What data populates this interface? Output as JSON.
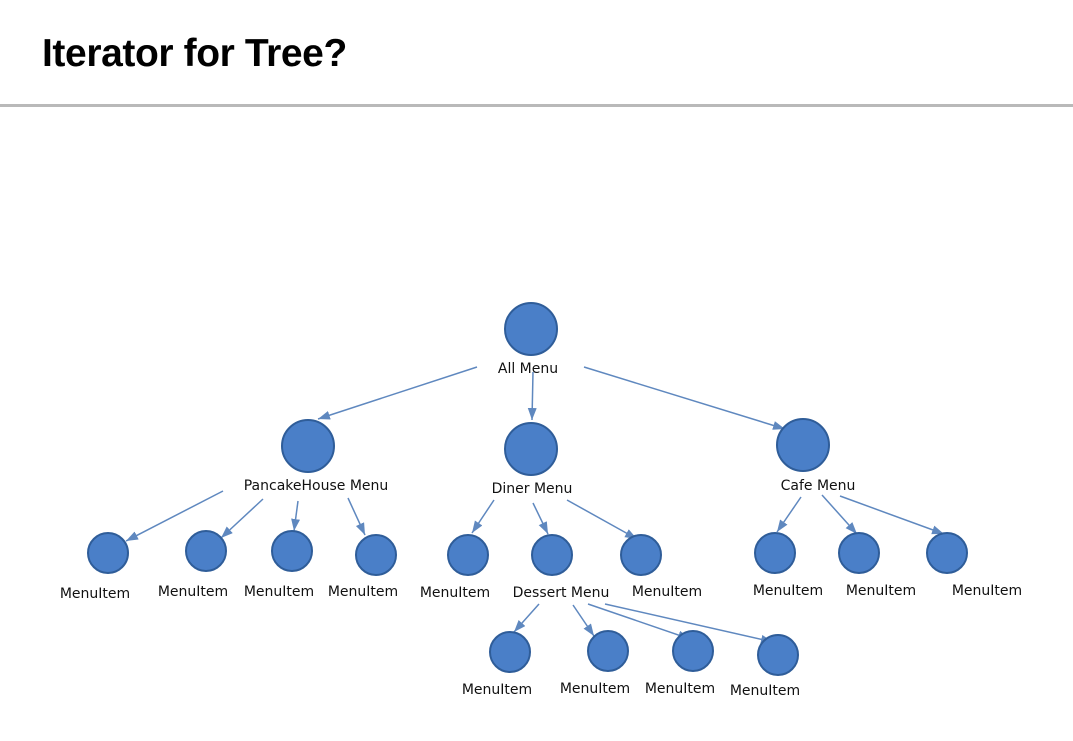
{
  "title": "Iterator for Tree?",
  "colors": {
    "node_fill": "#4a7fc8",
    "node_stroke": "#2f5d99",
    "edge": "#5f88bf",
    "rule": "#b9b9b9"
  },
  "diagram": {
    "nodes": [
      {
        "id": "all",
        "label": "All Menu"
      },
      {
        "id": "pancake",
        "label": "PancakeHouse Menu"
      },
      {
        "id": "diner",
        "label": "Diner Menu"
      },
      {
        "id": "cafe",
        "label": "Cafe Menu"
      },
      {
        "id": "p1",
        "label": "MenuItem"
      },
      {
        "id": "p2",
        "label": "MenuItem"
      },
      {
        "id": "p3",
        "label": "MenuItem"
      },
      {
        "id": "p4",
        "label": "MenuItem"
      },
      {
        "id": "d1",
        "label": "MenuItem"
      },
      {
        "id": "dessert",
        "label": "Dessert Menu"
      },
      {
        "id": "d3",
        "label": "MenuItem"
      },
      {
        "id": "c1",
        "label": "MenuItem"
      },
      {
        "id": "c2",
        "label": "MenuItem"
      },
      {
        "id": "c3",
        "label": "MenuItem"
      },
      {
        "id": "s1",
        "label": "MenuItem"
      },
      {
        "id": "s2",
        "label": "MenuItem"
      },
      {
        "id": "s3",
        "label": "MenuItem"
      },
      {
        "id": "s4",
        "label": "MenuItem"
      }
    ],
    "edges": [
      {
        "from": "all",
        "to": "pancake"
      },
      {
        "from": "all",
        "to": "diner"
      },
      {
        "from": "all",
        "to": "cafe"
      },
      {
        "from": "pancake",
        "to": "p1"
      },
      {
        "from": "pancake",
        "to": "p2"
      },
      {
        "from": "pancake",
        "to": "p3"
      },
      {
        "from": "pancake",
        "to": "p4"
      },
      {
        "from": "diner",
        "to": "d1"
      },
      {
        "from": "diner",
        "to": "dessert"
      },
      {
        "from": "diner",
        "to": "d3"
      },
      {
        "from": "cafe",
        "to": "c1"
      },
      {
        "from": "cafe",
        "to": "c2"
      },
      {
        "from": "cafe",
        "to": "c3"
      },
      {
        "from": "dessert",
        "to": "s1"
      },
      {
        "from": "dessert",
        "to": "s2"
      },
      {
        "from": "dessert",
        "to": "s3"
      },
      {
        "from": "dessert",
        "to": "s4"
      }
    ]
  }
}
